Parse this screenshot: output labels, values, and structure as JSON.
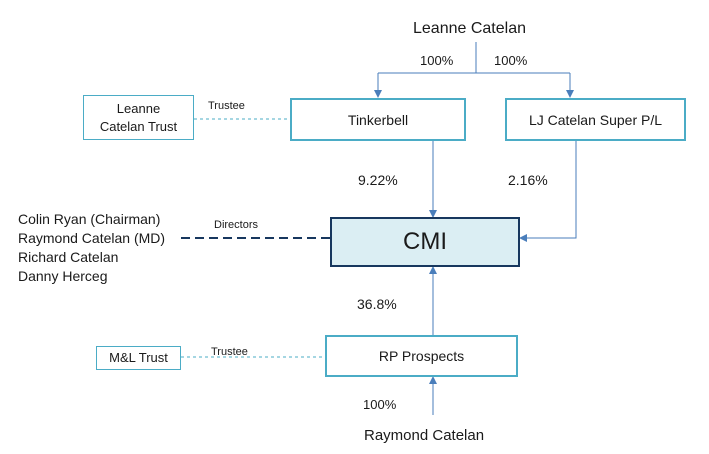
{
  "top_owner": "Leanne Catelan",
  "bottom_owner": "Raymond Catelan",
  "pct_left": "100%",
  "pct_right": "100%",
  "pct_tinkerbell": "9.22%",
  "pct_super": "2.16%",
  "pct_rp": "36.8%",
  "pct_raymond": "100%",
  "nodes": {
    "leanne_trust": "Leanne\nCatelan Trust",
    "tinkerbell": "Tinkerbell",
    "super": "LJ Catelan Super P/L",
    "cmi": "CMI",
    "rp": "RP Prospects",
    "ml_trust": "M&L Trust"
  },
  "edges": {
    "trustee_top": "Trustee",
    "trustee_bottom": "Trustee",
    "directors": "Directors"
  },
  "directors": [
    "Colin Ryan (Chairman)",
    "Raymond Catelan (MD)",
    "Richard Catelan",
    "Danny Herceg"
  ],
  "colors": {
    "box_border": "#4bacc6",
    "cmi_fill": "#dbeef3",
    "cmi_border": "#17375e",
    "arrow": "#4a7ebb",
    "dashed": "#4bacc6",
    "directors_line": "#17375e"
  }
}
